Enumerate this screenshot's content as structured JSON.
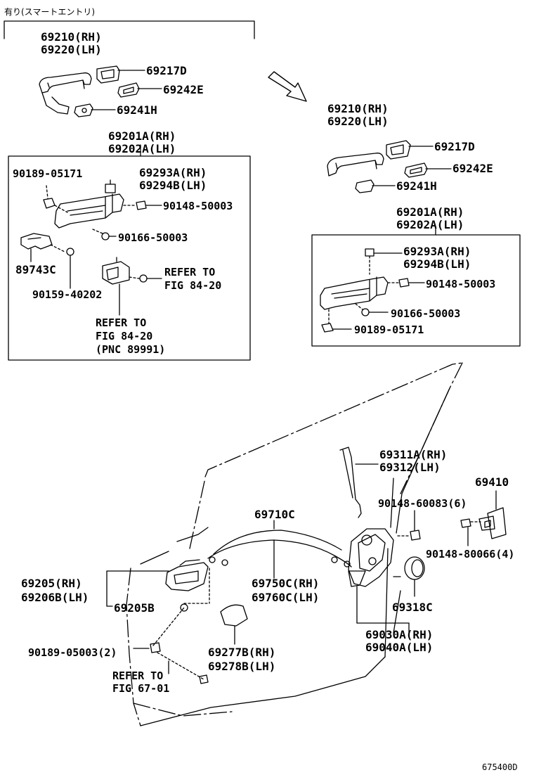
{
  "header_note": "有り(スマートエントリ)",
  "figure_id": "675400D",
  "labels": {
    "l_69210_a": "69210(RH)",
    "l_69220_a": "69220(LH)",
    "l_69217d_a": "69217D",
    "l_69242e_a": "69242E",
    "l_69241h_a": "69241H",
    "l_69201a_a": "69201A(RH)",
    "l_69202a_a": "69202A(LH)",
    "l_90189_05171_a": "90189-05171",
    "l_69293a_a": "69293A(RH)",
    "l_69294b_a": "69294B(LH)",
    "l_90148_50003_a": "90148-50003",
    "l_90166_50003_a": "90166-50003",
    "l_89743c": "89743C",
    "l_refer_a1": "REFER TO",
    "l_refer_a2": "FIG 84-20",
    "l_90159_40202": "90159-40202",
    "l_refer_b1": "REFER TO",
    "l_refer_b2": "FIG 84-20",
    "l_refer_b3": "(PNC 89991)",
    "l_69210_b": "69210(RH)",
    "l_69220_b": "69220(LH)",
    "l_69217d_b": "69217D",
    "l_69242e_b": "69242E",
    "l_69241h_b": "69241H",
    "l_69201a_b": "69201A(RH)",
    "l_69202a_b": "69202A(LH)",
    "l_69293a_b": "69293A(RH)",
    "l_69294b_b": "69294B(LH)",
    "l_90148_50003_b": "90148-50003",
    "l_90166_50003_b": "90166-50003",
    "l_90189_05171_b": "90189-05171",
    "l_69311a": "69311A(RH)",
    "l_69312": "69312(LH)",
    "l_69410": "69410",
    "l_69710c": "69710C",
    "l_90148_60083": "90148-60083(6)",
    "l_90148_80066": "90148-80066(4)",
    "l_69205": "69205(RH)",
    "l_69206b": "69206B(LH)",
    "l_69205b": "69205B",
    "l_69750c": "69750C(RH)",
    "l_69760c": "69760C(LH)",
    "l_69318c": "69318C",
    "l_69030a": "69030A(RH)",
    "l_69040a": "69040A(LH)",
    "l_90189_05003": "90189-05003(2)",
    "l_69277b": "69277B(RH)",
    "l_69278b": "69278B(LH)",
    "l_refer_c1": "REFER TO",
    "l_refer_c2": "FIG 67-01"
  }
}
